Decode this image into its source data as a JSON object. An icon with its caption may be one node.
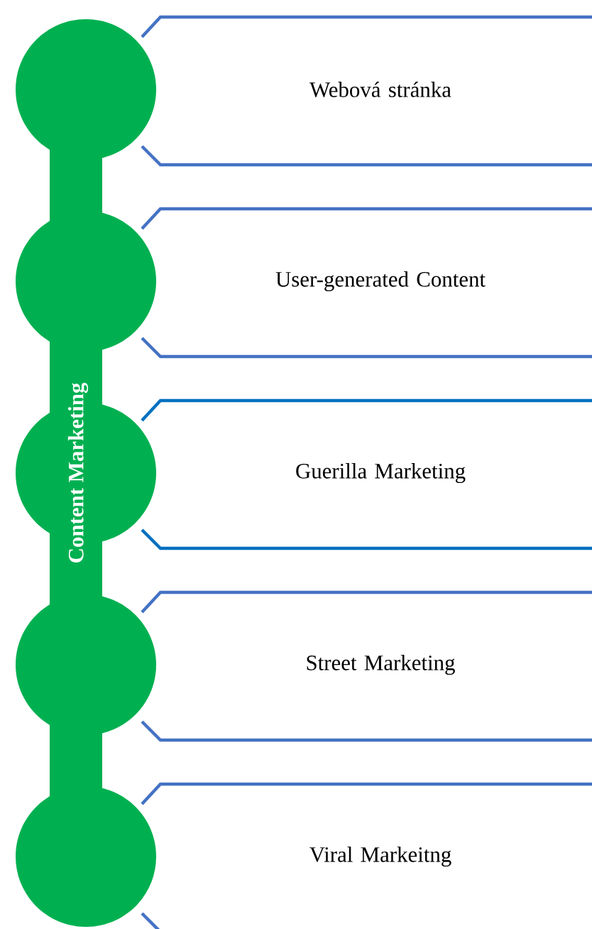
{
  "diagram": {
    "nodes": [
      {
        "text": [
          "Content Marketing"
        ]
      },
      {
        "text": [
          "Webová stránka"
        ]
      },
      {
        "text": [
          "User-generated Content"
        ]
      },
      {
        "text": [
          "Guerilla Marketing"
        ]
      },
      {
        "text": [
          "Street Marketing"
        ]
      },
      {
        "text": [
          "Viral Markeitng"
        ]
      }
    ]
  }
}
